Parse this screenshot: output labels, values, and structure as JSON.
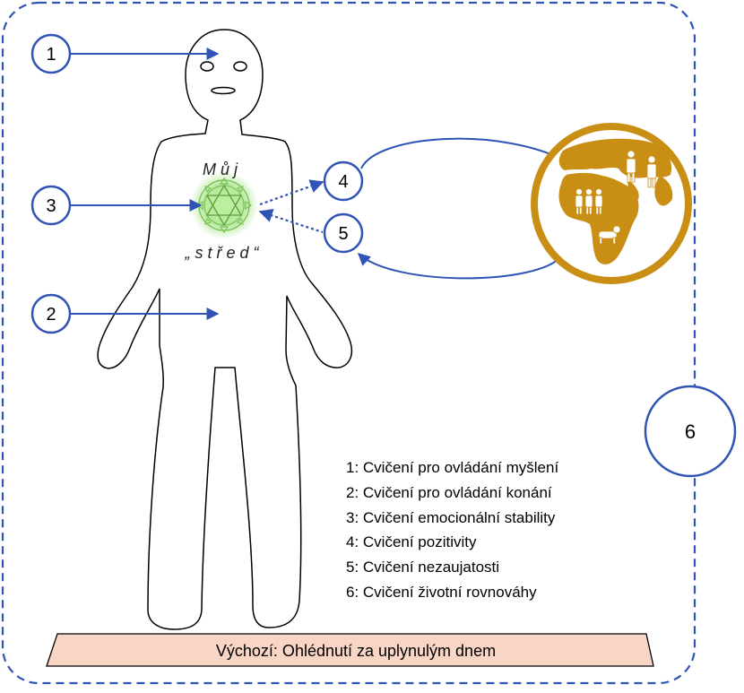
{
  "center_label": {
    "line1": "Můj",
    "line2": "„střed“"
  },
  "badges": [
    {
      "id": "1",
      "label": "1"
    },
    {
      "id": "2",
      "label": "2"
    },
    {
      "id": "3",
      "label": "3"
    },
    {
      "id": "4",
      "label": "4"
    },
    {
      "id": "5",
      "label": "5"
    },
    {
      "id": "6",
      "label": "6"
    }
  ],
  "legend": [
    "1: Cvičení pro ovládání myšlení",
    "2: Cvičení pro ovládání konání",
    "3: Cvičení emocionální stability",
    "4: Cvičení pozitivity",
    "5: Cvičení nezaujatosti",
    "6: Cvičení životní rovnováhy"
  ],
  "base_label": "Výchozí: Ohlédnutí za uplynulým dnem",
  "colors": {
    "arrow": "#2f54b5",
    "frame": "#2f54b5",
    "globe": "#c98f14",
    "base_fill": "#f8d5c4",
    "center_green": "#8fd16a"
  },
  "icons": [
    "human-figure-outline",
    "heart-chakra-icon",
    "globe-icon",
    "people-icon",
    "dog-icon"
  ]
}
